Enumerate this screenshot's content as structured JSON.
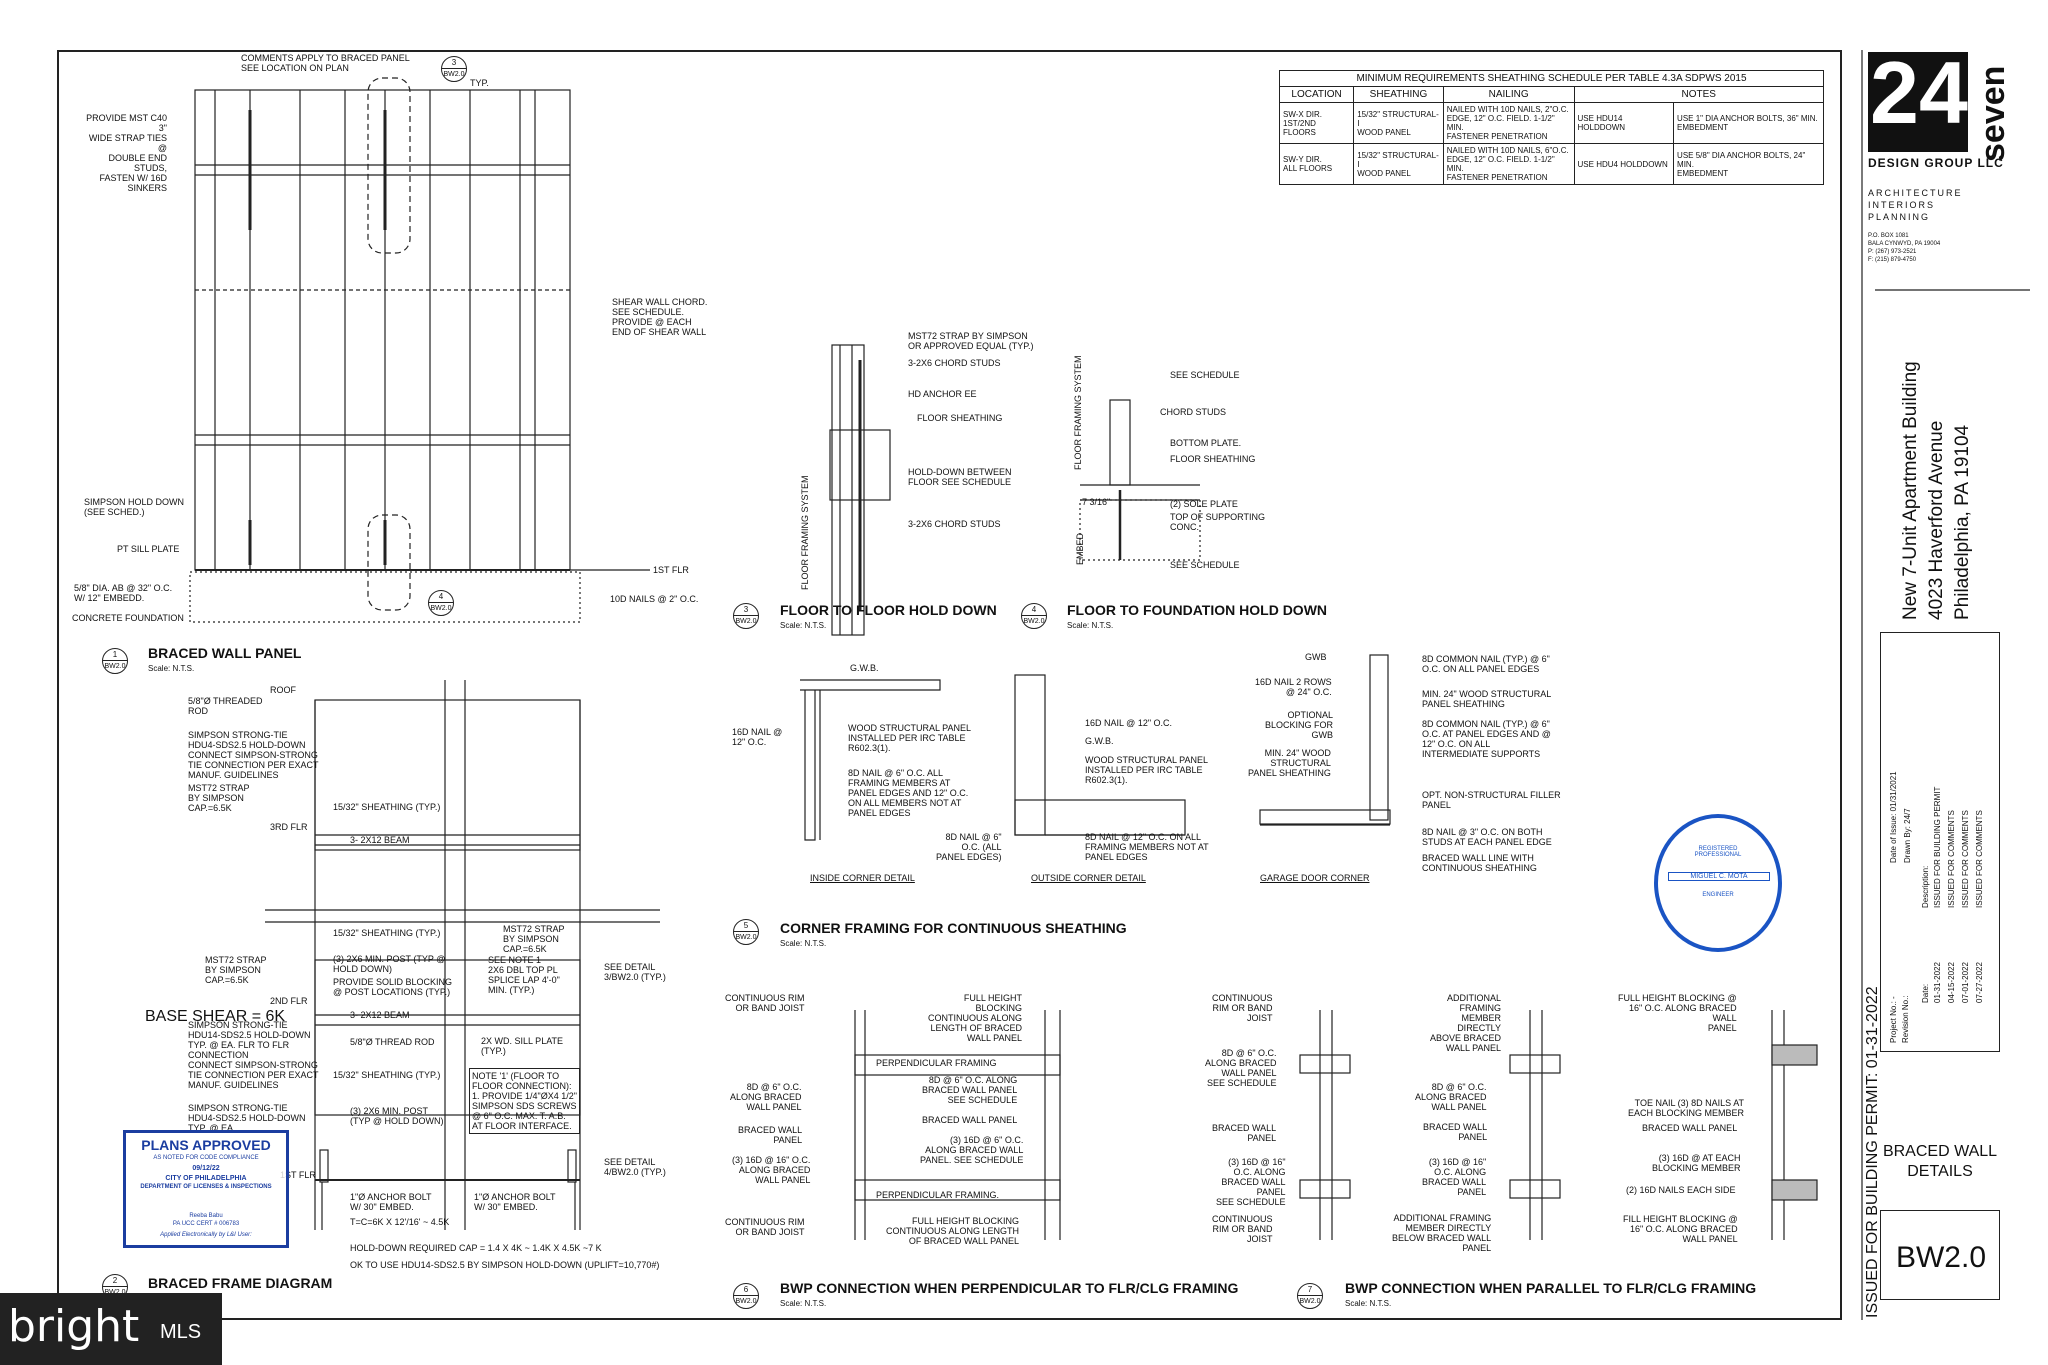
{
  "detail1": {
    "num": "1",
    "sheet": "BW2.0",
    "title": "BRACED WALL PANEL",
    "scale": "Scale: N.T.S.",
    "labels": {
      "comments": "COMMENTS APPLY TO BRACED PANEL\nSEE LOCATION ON PLAN",
      "strap": "PROVIDE MST C40 3\"\nWIDE STRAP TIES @\nDOUBLE END STUDS,\nFASTEN W/ 16d\nSINKERS",
      "chord": "SHEAR WALL CHORD.\nSEE SCHEDULE.\nPROVIDE @ EACH\nEND OF SHEAR WALL",
      "holddown": "SIMPSON HOLD DOWN\n(SEE SCHED.)",
      "sill": "PT SILL PLATE",
      "ab": "5/8\" dia. AB @ 32\" O.C.\nW/ 12\" EMBEDD.",
      "found": "CONCRETE FOUNDATION",
      "nails": "10d NAILS @ 2\" O.C.",
      "flr": "1ST FLR",
      "typ": "TYP.",
      "callout3": "3",
      "callout4": "4",
      "callout_sheet": "BW2.0"
    }
  },
  "detail2": {
    "num": "2",
    "sheet": "BW2.0",
    "title": "BRACED FRAME DIAGRAM",
    "labels": {
      "roof": "ROOF",
      "rod": "5/8\"Ø THREADED\nROD",
      "hdu4": "SIMPSON STRONG-TIE\nHDU4-SDS2.5 HOLD-DOWN\nCONNECT SIMPSON-STRONG\nTIE CONNECTION PER EXACT\nMANUF. GUIDELINES",
      "mst72a": "MST72 STRAP\nBY SIMPSON\nCAP.=6.5K",
      "sheath1": "15/32\" SHEATHING (TYP.)",
      "flr3": "3RD FLR",
      "beam1": "3- 2x12 BEAM",
      "sheath2": "15/32\" SHEATHING (TYP.)",
      "post1": "(3) 2x6 MIN. POST (TYP @\nHOLD DOWN)",
      "blocking": "PROVIDE SOLID BLOCKING\n@ POST LOCATIONS (TYP.)",
      "mst72b": "MST72 STRAP\nBY SIMPSON\nCAP.=6.5K",
      "mst72c": "MST72 STRAP\nBY SIMPSON\nCAP.=6.5K",
      "note1": "SEE NOTE 1\n2x6 DBL TOP PL\nSPLICE LAP 4'-0\"\nMIN. (TYP.)",
      "flr2": "2ND FLR",
      "beam2": "3- 2x12 BEAM",
      "base_shear": "BASE SHEAR = 6K",
      "hdu14": "SIMPSON STRONG-TIE\nHDU14-SDS2.5 HOLD-DOWN\nTYP. @ EA. FLR TO FLR\nCONNECTION\nCONNECT SIMPSON-STRONG\nTIE CONNECTION PER EXACT\nMANUF. GUIDELINES",
      "rod2": "5/8\"Ø THREAD ROD",
      "sill2": "2x WD. SILL PLATE\n(TYP.)",
      "sheath3": "15/32\" SHEATHING (TYP.)",
      "notebox": "NOTE '1' (FLOOR TO\nFLOOR CONNECTION):\n1. PROVIDE 1/4\"Øx4 1/2\"\nSIMPSON SDS SCREWS\n@ 6\" O.C. MAX. T. A.B.\nAT FLOOR INTERFACE.",
      "hdu4b": "SIMPSON STRONG-TIE\nHDU4-SDS2.5 HOLD-DOWN\nTYP. @ EA.",
      "post2": "(3) 2x6 MIN. POST\n(TYP @ HOLD DOWN)",
      "flr1": "1ST FLR",
      "bolt1": "1\"Ø ANCHOR BOLT\nW/ 30\" EMBED.",
      "bolt2": "1\"Ø ANCHOR BOLT\nW/ 30\" EMBED.",
      "tc": "T=C=6K x 12'/16' ~ 4.5K",
      "see3": "SEE DETAIL\n3/BW2.0 (TYP.)",
      "see4": "SEE DETAIL\n4/BW2.0 (TYP.)",
      "holdreq": "HOLD-DOWN REQUIRED CAP = 1.4 x 4K ~ 1.4K x 4.5K ~7 K",
      "ok": "OK TO USE HDU14-SDS2.5 BY SIMPSON HOLD-DOWN (UPLIFT=10,770#)"
    }
  },
  "schedule": {
    "title": "MINIMUM REQUIREMENTS SHEATHING SCHEDULE PER TABLE 4.3A SDPWS 2015",
    "headers": [
      "LOCATION",
      "SHEATHING",
      "NAILING",
      "NOTES"
    ],
    "rows": [
      [
        "SW-X DIR.\n1ST/2ND FLOORS",
        "15/32\" STRUCTURAL-I\nWOOD PANEL",
        "NAILED WITH 10D NAILS, 2\"o.c.\nEDGE, 12\" o.c. FIELD. 1-1/2\" MIN.\nFASTENER PENETRATION",
        "USE HDU14 HOLDDOWN",
        "USE 1\" DIA ANCHOR BOLTS, 36\" MIN.\nEMBEDMENT"
      ],
      [
        "SW-Y DIR.\nALL FLOORS",
        "15/32\" STRUCTURAL-I\nWOOD PANEL",
        "NAILED WITH 10D NAILS, 6\"o.c.\nEDGE, 12\" o.c. FIELD. 1-1/2\" MIN.\nFASTENER PENETRATION",
        "USE HDU4 HOLDDOWN",
        "USE 5/8\" DIA ANCHOR BOLTS, 24\" MIN.\nEMBEDMENT"
      ]
    ]
  },
  "detail3": {
    "num": "3",
    "sheet": "BW2.0",
    "title": "FLOOR TO FLOOR HOLD DOWN",
    "scale": "Scale: N.T.S.",
    "labels": {
      "strap": "MST72 STRAP BY SIMPSON\nOR APPROVED EQUAL (TYP.)",
      "chord1": "3-2x6 CHORD STUDS",
      "hd": "HD ANCHOR EE",
      "floor": "FLOOR SHEATHING",
      "hold": "HOLD-DOWN BETWEEN\nFLOOR SEE SCHEDULE",
      "chord2": "3-2x6 CHORD STUDS",
      "system": "FLOOR FRAMING\nSYSTEM"
    }
  },
  "detail4": {
    "num": "4",
    "sheet": "BW2.0",
    "title": "FLOOR TO FOUNDATION HOLD DOWN",
    "scale": "Scale: N.T.S.",
    "labels": {
      "see1": "SEE SCHEDULE",
      "chord": "CHORD STUDS",
      "bottom": "BOTTOM PLATE.",
      "floor": "FLOOR SHEATHING",
      "dim": "7 3/16\"",
      "sole": "(2) SOLE PLATE",
      "top": "TOP OF SUPPORTING\nCONC.",
      "see2": "SEE SCHEDULE",
      "system": "FLOOR FRAMING\nSYSTEM",
      "embed": "EMBED"
    }
  },
  "detail5": {
    "num": "5",
    "sheet": "BW2.0",
    "title": "CORNER FRAMING FOR CONTINUOUS SHEATHING",
    "scale": "Scale: N.T.S.",
    "inside": {
      "name": "INSIDE CORNER DETAIL",
      "gwb": "G.W.B.",
      "nail16": "16d NAIL @\n12\" o.c.",
      "panel": "WOOD STRUCTURAL PANEL\nINSTALLED PER IRC TABLE\nR602.3(1).",
      "nail8": "8d NAIL @ 6\" o.c. ALL\nFRAMING MEMBERS AT\nPANEL EDGES AND 12\" o.c.\nON ALL MEMBERS NOT AT\nPANEL EDGES"
    },
    "outside": {
      "name": "OUTSIDE CORNER DETAIL",
      "nail16": "16d NAIL @ 12\" o.c.",
      "gwb": "G.W.B.",
      "panel": "WOOD STRUCTURAL PANEL\nINSTALLED PER IRC TABLE\nR602.3(1).",
      "nail8a": "8d NAIL @ 6\"\no.c. (ALL\nPANEL EDGES)",
      "nail8b": "8d NAIL @ 12\" o.c. ON ALL\nFRAMING MEMBERS NOT AT\nPANEL EDGES"
    },
    "garage": {
      "name": "GARAGE DOOR CORNER",
      "gwb": "GWB",
      "nail16": "16d NAIL 2 ROWS\n@ 24\" o.c.",
      "blocking": "OPTIONAL\nBLOCKING FOR\nGWB",
      "min24": "min. 24\" WOOD\nSTRUCTURAL\nPANEL SHEATHING",
      "common1": "8d COMMON NAIL (typ.) @ 6\"\no.c. ON ALL PANEL EDGES",
      "min24b": "min. 24\" WOOD STRUCTURAL\nPANEL SHEATHING",
      "common2": "8d COMMON NAIL (typ.) @ 6\"\no.c. AT PANEL EDGES AND @\n12\" O.C. ON ALL\nINTERMEDIATE SUPPORTS",
      "filler": "OPT. NON-STRUCTURAL FILLER\nPANEL",
      "nail3": "8d NAIL @ 3\" o.c. ON BOTH\nSTUDS AT EACH PANEL EDGE",
      "line": "BRACED WALL LINE WITH\nCONTINUOUS SHEATHING"
    }
  },
  "detail6": {
    "num": "6",
    "sheet": "BW2.0",
    "title": "BWP CONNECTION WHEN PERPENDICULAR TO FLR/CLG FRAMING",
    "scale": "Scale: N.T.S.",
    "labels": {
      "rim1": "CONTINUOUS RIM\nOR BAND JOIST",
      "nail6": "8d @ 6\" o.c.\nALONG BRACED\nWALL PANEL",
      "panel": "BRACED WALL\nPANEL",
      "nail16": "(3) 16d @ 16\" o.c.\nALONG BRACED\nWALL PANEL",
      "rim2": "CONTINUOUS RIM\nOR BAND JOIST",
      "full1": "FULL HEIGHT\nBLOCKING\nCONTINUOUS ALONG\nLENGTH OF BRACED\nWALL PANEL",
      "perp1": "PERPENDICULAR FRAMING",
      "along": "8d @ 6\" o.c. ALONG\nBRACED WALL PANEL\nSEE SCHEDULE",
      "bwp": "BRACED WALL PANEL",
      "along2": "(3) 16d @ 6\" o.c.\nALONG BRACED WALL\nPANEL. SEE SCHEDULE",
      "perp2": "PERPENDICULAR FRAMING.",
      "full2": "FULL HEIGHT BLOCKING\nCONTINUOUS ALONG LENGTH\nOF BRACED WALL PANEL"
    }
  },
  "detail7": {
    "num": "7",
    "sheet": "BW2.0",
    "title": "BWP CONNECTION WHEN PARALLEL TO FLR/CLG FRAMING",
    "scale": "Scale: N.T.S.",
    "labels": {
      "rim1": "CONTINUOUS\nRIM OR BAND\nJOIST",
      "nail6": "8d @ 6\" o.c.\nALONG BRACED\nWALL PANEL\nSEE SCHEDULE",
      "panel": "BRACED WALL\nPANEL",
      "nail16": "(3) 16d @ 16\"\no.c. ALONG\nBRACED WALL\nPANEL\nSEE SCHEDULE",
      "rim2": "CONTINUOUS\nRIM OR BAND\nJOIST",
      "add1": "ADDITIONAL\nFRAMING\nMEMBER\nDIRECTLY\nABOVE BRACED\nWALL PANEL",
      "nail6b": "8d @ 6\" o.c.\nALONG BRACED\nWALL PANEL",
      "panel2": "BRACED WALL\nPANEL",
      "nail16b": "(3) 16d @ 16\"\no.c. ALONG\nBRACED WALL\nPANEL",
      "add2": "ADDITIONAL FRAMING\nMEMBER DIRECTLY\nBELOW BRACED WALL\nPANEL",
      "full1": "FULL HEIGHT BLOCKING @\n16\" o.c. ALONG BRACED\nWALL\nPANEL",
      "toe": "TOE NAIL (3) 8d NAILS AT\nEACH BLOCKING MEMBER",
      "bwp": "BRACED WALL PANEL",
      "each": "(3) 16d @ AT EACH\nBLOCKING MEMBER",
      "two": "(2) 16d NAILS EACH SIDE",
      "full2": "FILL HEIGHT BLOCKING @\n16\" o.c. ALONG BRACED\nWALL PANEL"
    }
  },
  "titleblock": {
    "logo_num": "24",
    "logo_word": "seven",
    "logo_sub": "DESIGN GROUP LLC",
    "services": [
      "ARCHITECTURE",
      "INTERIORS",
      "PLANNING"
    ],
    "contact": [
      "P.O. BOX 1081",
      "BALA CYNWYD, PA 19004",
      "P: (267) 973-2521",
      "F: (215) 879-4750"
    ],
    "project": [
      "New 7-Unit Apartment Building",
      "4023 Haverford Avenue",
      "Philadelphia, PA 19104"
    ],
    "issued": "ISSUED FOR BUILDING PERMIT: 01-31-2022",
    "revisions": {
      "project_no": "Project No.: -",
      "revision_no": "Revision No.:",
      "issue_date": "Date of Issue: 01/31/2021",
      "drawn": "Drawn By: 24/7",
      "date_hdr": "Date:",
      "desc_hdr": "Description:",
      "rows": [
        [
          "01-31-2022",
          "ISSUED FOR BUILDING PERMIT"
        ],
        [
          "04-15-2022",
          "ISSUED FOR COMMENTS"
        ],
        [
          "07-01-2022",
          "ISSUED FOR COMMENTS"
        ],
        [
          "07-27-2022",
          "ISSUED FOR COMMENTS"
        ]
      ]
    },
    "sheet_title": "BRACED WALL\nDETAILS",
    "sheet_num": "BW2.0"
  },
  "stamp": {
    "title": "PLANS APPROVED",
    "sub": "AS NOTED FOR CODE COMPLIANCE",
    "date": "09/12/22",
    "city": "CITY OF PHILADELPHIA",
    "dept": "DEPARTMENT OF LICENSES & INSPECTIONS",
    "name": "Reeba Babu",
    "cert": "PA UCC CERT # 006783",
    "applied": "Applied Electronically by L&I User:"
  },
  "seal": {
    "top": "REGISTERED\nPROFESSIONAL",
    "name": "MIGUEL C. MOTA",
    "role": "ENGINEER"
  },
  "watermark": {
    "brand": "bright",
    "suffix": "MLS"
  }
}
